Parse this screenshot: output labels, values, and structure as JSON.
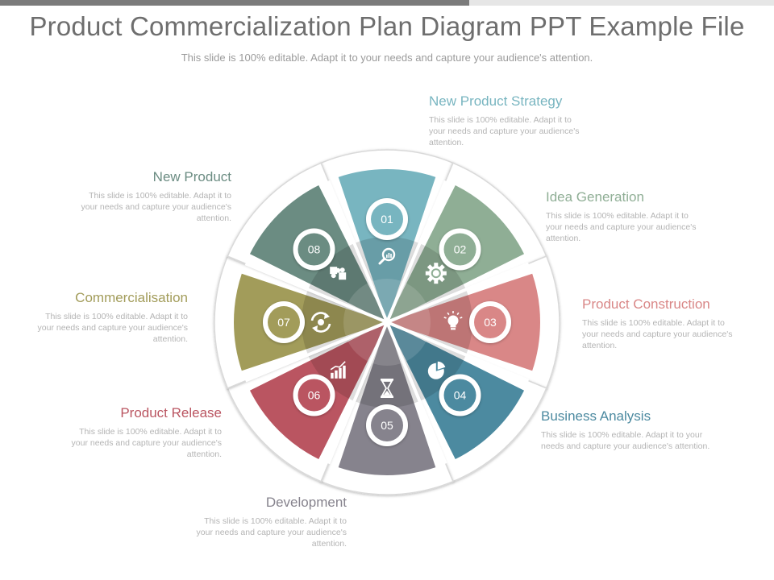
{
  "header": {
    "title": "Product Commercialization Plan Diagram PPT Example File",
    "subtitle": "This slide is 100% editable. Adapt it to your needs and capture your audience's attention."
  },
  "steps": [
    {
      "number": "01",
      "title": "New Product Strategy",
      "desc": "This slide is 100% editable. Adapt it to your needs and capture your audience's attention.",
      "color": "#78b5c0",
      "icon": "magnifier-chart-icon"
    },
    {
      "number": "02",
      "title": "Idea Generation",
      "desc": "This slide is 100% editable. Adapt it to your needs and capture your audience's attention.",
      "color": "#8fae95",
      "icon": "gear-icon"
    },
    {
      "number": "03",
      "title": "Product Construction",
      "desc": "This slide is 100% editable. Adapt it to your needs and capture your audience's attention.",
      "color": "#d98787",
      "icon": "lightbulb-icon"
    },
    {
      "number": "04",
      "title": "Business Analysis",
      "desc": "This slide is 100% editable. Adapt it to your needs and capture your audience's attention.",
      "color": "#4c8aa0",
      "icon": "pie-chart-icon"
    },
    {
      "number": "05",
      "title": "Development",
      "desc": "This slide is 100% editable. Adapt it to your needs and capture your audience's attention.",
      "color": "#86838d",
      "icon": "hourglass-icon"
    },
    {
      "number": "06",
      "title": "Product Release",
      "desc": "This slide is 100% editable. Adapt it to your needs and capture your audience's attention.",
      "color": "#ba5561",
      "icon": "bar-chart-icon"
    },
    {
      "number": "07",
      "title": "Commercialisation",
      "desc": "This slide is 100% editable. Adapt it to your needs and capture your audience's attention.",
      "color": "#a29c5a",
      "icon": "refresh-gear-icon"
    },
    {
      "number": "08",
      "title": "New Product",
      "desc": "This slide is 100% editable. Adapt it to your needs and capture your audience's attention.",
      "color": "#6b8c82",
      "icon": "puzzle-icon"
    }
  ]
}
